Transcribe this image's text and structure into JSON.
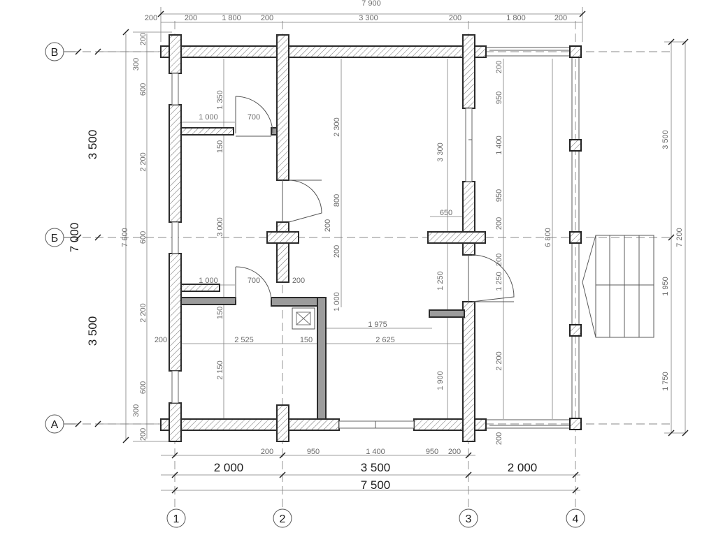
{
  "axes": {
    "rows": [
      {
        "id": "row-b",
        "label": "В"
      },
      {
        "id": "row-б",
        "label": "Б"
      },
      {
        "id": "row-a",
        "label": "А"
      }
    ],
    "cols": [
      {
        "id": "col-1",
        "label": "1"
      },
      {
        "id": "col-2",
        "label": "2"
      },
      {
        "id": "col-3",
        "label": "3"
      },
      {
        "id": "col-4",
        "label": "4"
      }
    ]
  },
  "dims": {
    "top_overall": "7 900",
    "top_chain": [
      "200",
      "200",
      "1 800",
      "200",
      "3 300",
      "200",
      "1 800",
      "200"
    ],
    "bottom_chain_small": [
      "200",
      "950",
      "1 400",
      "950",
      "200"
    ],
    "bottom_axes": [
      "2 000",
      "3 500",
      "2 000"
    ],
    "bottom_overall": "7 500",
    "left_axes": [
      "3 500",
      "3 500"
    ],
    "left_overall": "7 000",
    "left_outer": "7 600",
    "left_wall_chain": [
      "200",
      "300",
      "600",
      "2 200",
      "600",
      "2 200",
      "600",
      "300",
      "200"
    ],
    "right_overall": "7 200",
    "right_upper": "3 500",
    "right_mid": "1 950",
    "right_lower": "1 750",
    "right_inner": "6 800",
    "right_wall_chain": [
      "200",
      "950",
      "1 400",
      "950",
      "200",
      "200",
      "1 250",
      "2 200",
      "200"
    ]
  },
  "interior": [
    "1 350",
    "1 000",
    "700",
    "150",
    "2 300",
    "3 300",
    "800",
    "200",
    "3 000",
    "650",
    "200",
    "1 000",
    "700",
    "200",
    "1 000",
    "150",
    "1 975",
    "2 525",
    "150",
    "2 625",
    "2 150",
    "1 900",
    "1 250",
    "200"
  ]
}
